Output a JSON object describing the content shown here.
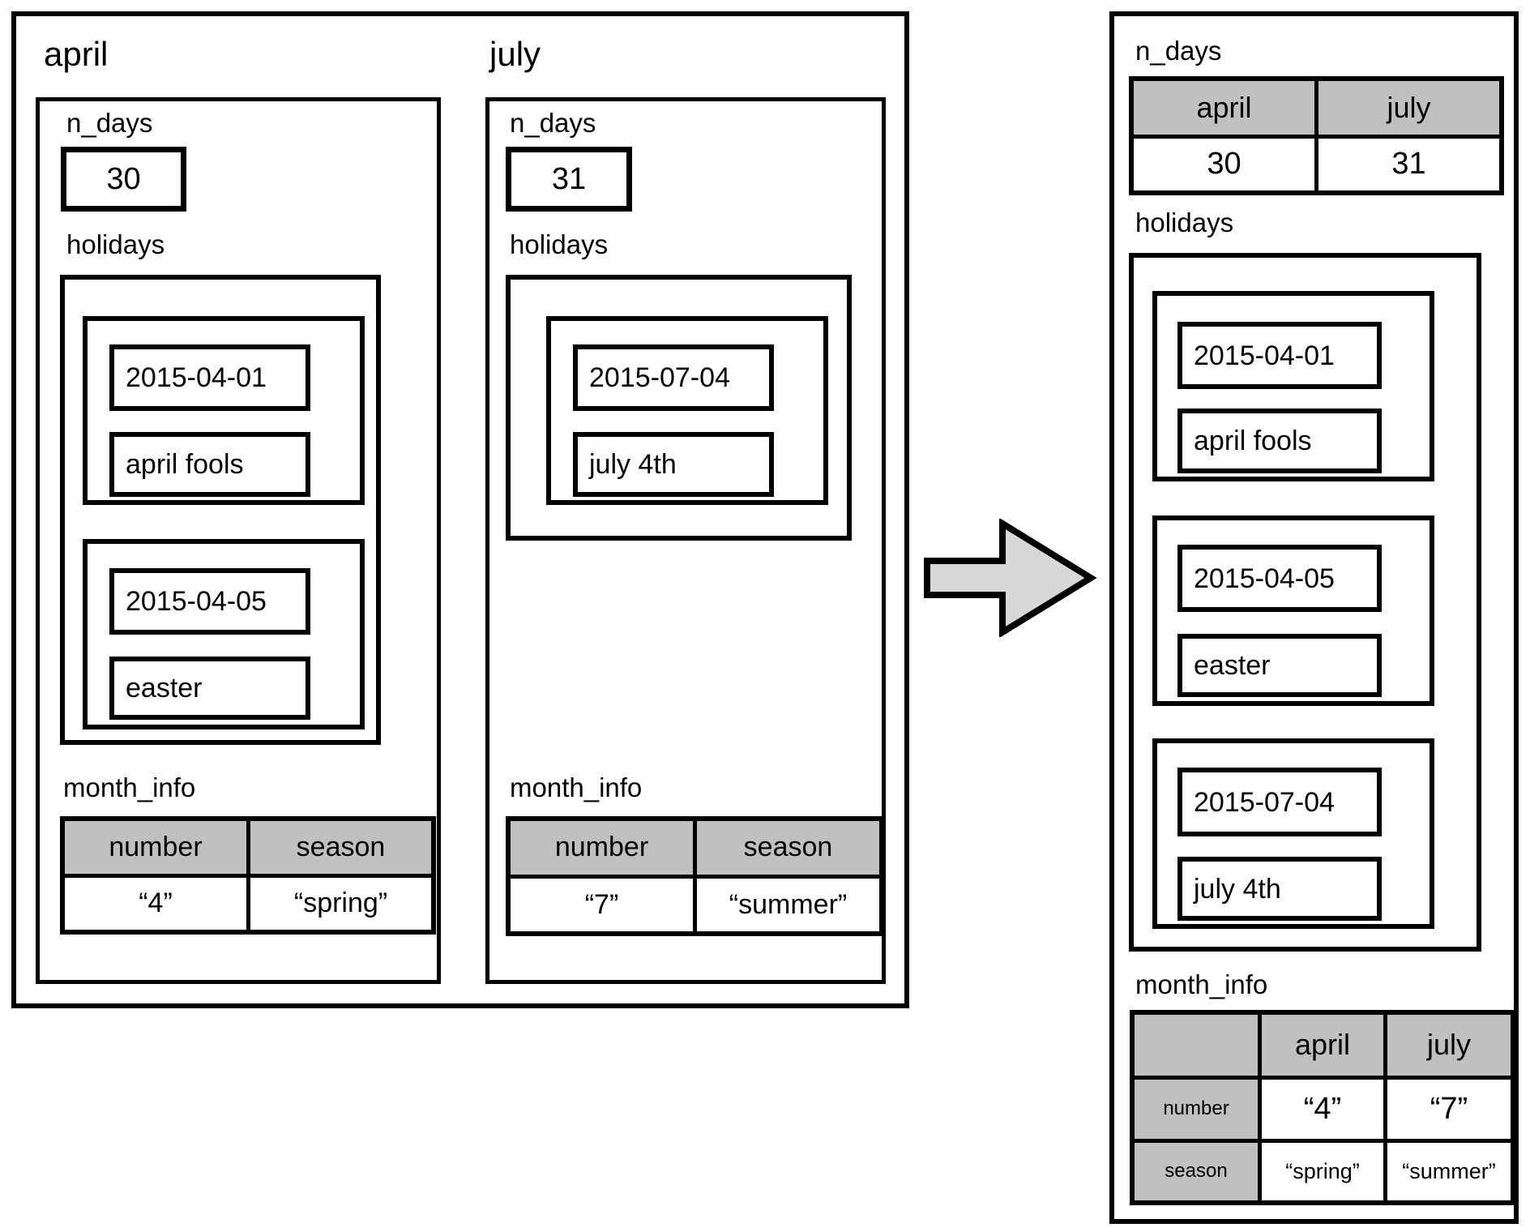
{
  "colors": {
    "border": "#000000",
    "header_gray": "#c0c0c0",
    "arrow_gray": "#d8d8d8",
    "background": "#ffffff"
  },
  "arrow": {
    "icon": "right-block-arrow"
  },
  "left_panel": {
    "months": [
      {
        "title": "april",
        "n_days_label": "n_days",
        "n_days_value": "30",
        "holidays_label": "holidays",
        "holidays": [
          {
            "date": "2015-04-01",
            "name": "april fools"
          },
          {
            "date": "2015-04-05",
            "name": "easter"
          }
        ],
        "month_info_label": "month_info",
        "month_info_headers": [
          "number",
          "season"
        ],
        "month_info_values": [
          "“4”",
          "“spring”"
        ]
      },
      {
        "title": "july",
        "n_days_label": "n_days",
        "n_days_value": "31",
        "holidays_label": "holidays",
        "holidays": [
          {
            "date": "2015-07-04",
            "name": "july 4th"
          }
        ],
        "month_info_label": "month_info",
        "month_info_headers": [
          "number",
          "season"
        ],
        "month_info_values": [
          "“7”",
          "“summer”"
        ]
      }
    ]
  },
  "right_panel": {
    "n_days_label": "n_days",
    "n_days_headers": [
      "april",
      "july"
    ],
    "n_days_values": [
      "30",
      "31"
    ],
    "holidays_label": "holidays",
    "holidays": [
      {
        "date": "2015-04-01",
        "name": "april fools"
      },
      {
        "date": "2015-04-05",
        "name": "easter"
      },
      {
        "date": "2015-07-04",
        "name": "july 4th"
      }
    ],
    "month_info_label": "month_info",
    "month_info": {
      "corner": "",
      "col_headers": [
        "april",
        "july"
      ],
      "row_headers": [
        "number",
        "season"
      ],
      "rows": [
        [
          "“4”",
          "“7”"
        ],
        [
          "“spring”",
          "“summer”"
        ]
      ]
    }
  }
}
